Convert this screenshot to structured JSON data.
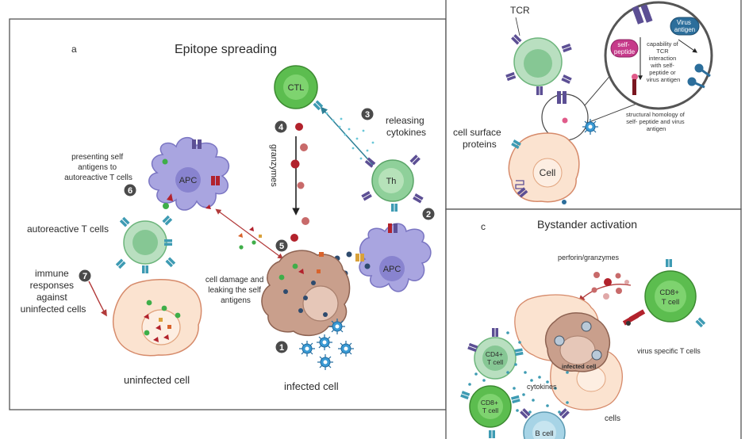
{
  "panel_a": {
    "letter": "a",
    "title": "Epitope spreading",
    "cells": {
      "ctl": "CTL",
      "apc_left": "APC",
      "apc_right": "APC",
      "th": "Th"
    },
    "labels": {
      "presenting": [
        "presenting self",
        "antigens to",
        "autoreactive T cells"
      ],
      "releasing": [
        "releasing",
        "cytokines"
      ],
      "granzymes": "granzymes",
      "autoreactive": "autoreactive T cells",
      "immune": [
        "immune",
        "responses",
        "against",
        "uninfected cells"
      ],
      "damage": [
        "cell damage and",
        "leaking the self",
        "antigens"
      ],
      "uninfected_cell": "uninfected cell",
      "infected_cell": "infected cell"
    },
    "steps": [
      "1",
      "2",
      "3",
      "4",
      "5",
      "6",
      "7"
    ]
  },
  "panel_b": {
    "tcr": "TCR",
    "cell_surface": [
      "cell surface",
      "proteins"
    ],
    "cell": "Cell",
    "self_peptide": [
      "self-",
      "peptide"
    ],
    "virus_antigen": [
      "Virus",
      "antigen"
    ],
    "capability": [
      "capability of",
      "TCR",
      "interaction",
      "with self-",
      "peptide or",
      "virus antigen"
    ],
    "homology": [
      "structural homology of",
      "self- peptide and virus",
      "antigen"
    ]
  },
  "panel_c": {
    "letter": "c",
    "title": "Bystander activation",
    "perforin": "perforin/granzymes",
    "cd8_top": [
      "CD8+",
      "T cell"
    ],
    "cd4": [
      "CD4+",
      "T cell"
    ],
    "cd8_bottom": [
      "CD8+",
      "T cell"
    ],
    "b_cell": "B cell",
    "infected": "infected cell",
    "cytokines": "cytokines",
    "virus_specific": "virus specific T cells",
    "cells": "cells"
  },
  "colors": {
    "green_cell": "#7fc98a",
    "ctl_green": "#5cbd4f",
    "apc_purple": "#a9a5e0",
    "infected_brown": "#c99f8c",
    "uninfected_peach": "#fbe3d0",
    "step_badge": "#4a4a4a",
    "receptor_purple": "#5c4f94",
    "receptor_teal": "#3e9bb3",
    "virus_blue": "#3a9ad4"
  }
}
